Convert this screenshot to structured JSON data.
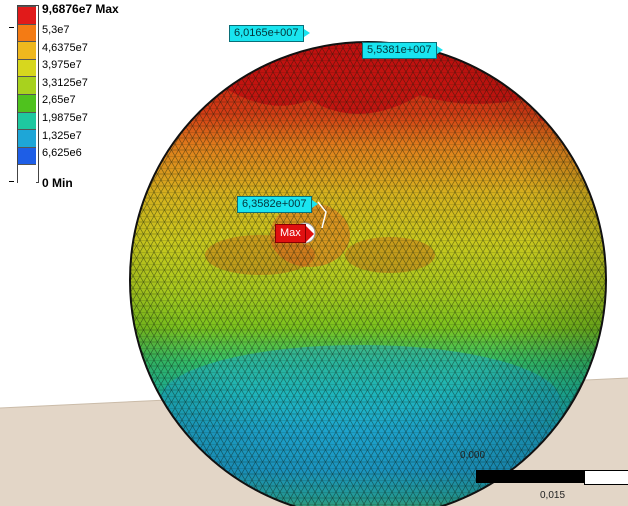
{
  "legend": {
    "title": "9,6876e7 Max",
    "levels": [
      "5,3e7",
      "4,6375e7",
      "3,975e7",
      "3,3125e7",
      "2,65e7",
      "1,9875e7",
      "1,325e7",
      "6,625e6"
    ],
    "min_label": "0 Min",
    "colors": [
      "#e11a1a",
      "#f47b14",
      "#efb81e",
      "#d7d71e",
      "#a8d21e",
      "#4fc21e",
      "#1ec8a0",
      "#1ea6d7",
      "#1e5ee6",
      "#0a0aff"
    ]
  },
  "probes": [
    {
      "label": "6,0165e+007"
    },
    {
      "label": "5,5381e+007"
    },
    {
      "label": "6,3582e+007"
    }
  ],
  "max_marker": {
    "label": "Max"
  },
  "scale_bar": {
    "left_label": "0,000",
    "right_label": "0,015"
  },
  "colors": {
    "floor": "#e3d6c7",
    "probe_fill": "#19e5f0",
    "max_fill": "#e01010"
  }
}
